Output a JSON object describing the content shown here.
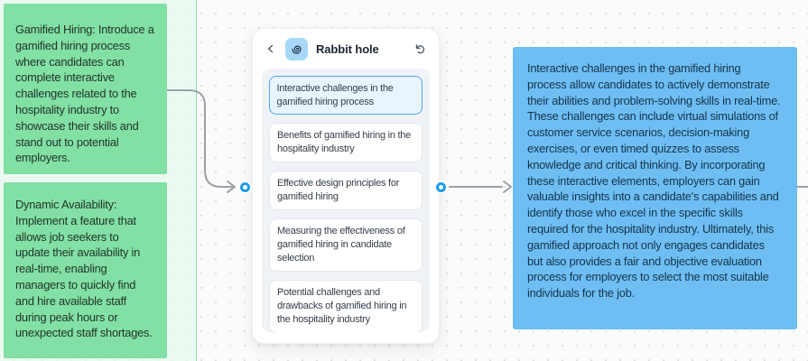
{
  "notes": [
    {
      "text": "Gamified Hiring: Introduce a gamified hiring process where candidates can complete interactive challenges related to the hospitality industry to showcase their skills and stand out to potential employers.",
      "color": "#82e0a4"
    },
    {
      "text": "Dynamic Availability: Implement a feature that allows job seekers to update their availability in real-time, enabling managers to quickly find and hire available staff during peak hours or unexpected staff shortages.",
      "color": "#82e0a4"
    }
  ],
  "widget": {
    "title": "Rabbit hole",
    "refresh_glyph": "↻",
    "icons": [
      "chevron-left-icon",
      "spiral-icon",
      "refresh-icon"
    ],
    "accent_color": "#1d9bf0",
    "selected_border_color": "#51a7f7",
    "items": [
      {
        "label": "Interactive challenges in the gamified hiring process",
        "selected": true
      },
      {
        "label": "Benefits of gamified hiring in the hospitality industry",
        "selected": false
      },
      {
        "label": "Effective design principles for gamified hiring",
        "selected": false
      },
      {
        "label": "Measuring the effectiveness of gamified hiring in candidate selection",
        "selected": false
      },
      {
        "label": "Potential challenges and drawbacks of gamified hiring in the hospitality industry",
        "selected": false
      }
    ]
  },
  "answer": {
    "text": "Interactive challenges in the gamified hiring process allow candidates to actively demonstrate their abilities and problem-solving skills in real-time. These challenges can include virtual simulations of customer service scenarios, decision-making exercises, or even timed quizzes to assess knowledge and critical thinking. By incorporating these interactive elements, employers can gain valuable insights into a candidate's capabilities and identify those who excel in the specific skills required for the hospitality industry. Ultimately, this gamified approach not only engages candidates but also provides a fair and objective evaluation process for employers to select the most suitable individuals for the job.",
    "color": "#6ebef3"
  },
  "connectors": {
    "color": "#9aa1a8",
    "port_color": "#1d9bf0"
  }
}
